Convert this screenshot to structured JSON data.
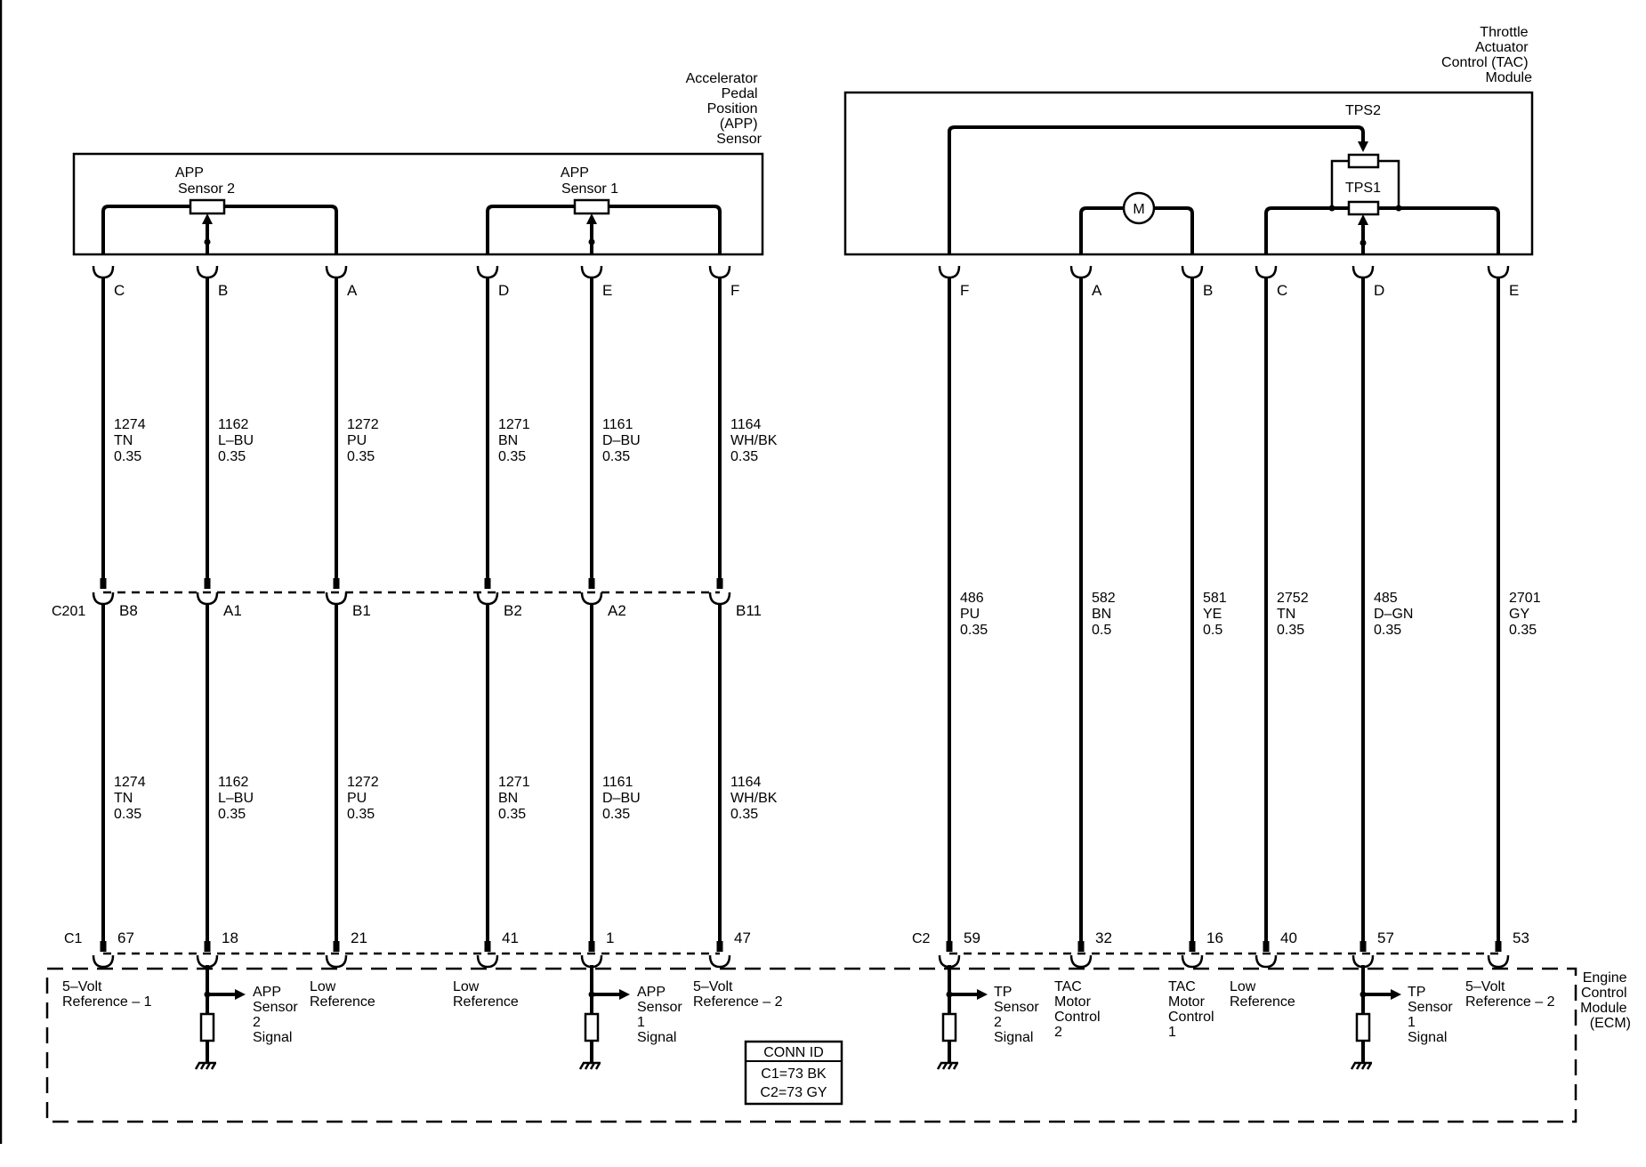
{
  "app_sensor": {
    "title_lines": [
      "Accelerator",
      "Pedal",
      "Position",
      "(APP)",
      "Sensor"
    ],
    "sensor2_lines": [
      "APP",
      "Sensor 2"
    ],
    "sensor1_lines": [
      "APP",
      "Sensor 1"
    ]
  },
  "tac_module": {
    "title_lines": [
      "Throttle",
      "Actuator",
      "Control (TAC)",
      "Module"
    ],
    "tps2": "TPS2",
    "tps1": "TPS1",
    "motor": "M"
  },
  "ecm": {
    "title_lines": [
      "Engine",
      "Control",
      "Module",
      "(ECM)"
    ],
    "conn_id": {
      "header": "CONN ID",
      "rows": [
        "C1=73 BK",
        "C2=73 GY"
      ]
    },
    "c1_label": "C1",
    "c2_label": "C2"
  },
  "c201": {
    "label": "C201"
  },
  "circuits": [
    {
      "pin": "C",
      "c201": "B8",
      "upper": [
        "1274",
        "TN",
        "0.35"
      ],
      "lower": [
        "1274",
        "TN",
        "0.35"
      ],
      "ecm_pin": "67",
      "function_lines": [
        "5–Volt",
        "Reference – 1"
      ]
    },
    {
      "pin": "B",
      "c201": "A1",
      "upper": [
        "1162",
        "L–BU",
        "0.35"
      ],
      "lower": [
        "1162",
        "L–BU",
        "0.35"
      ],
      "ecm_pin": "18",
      "function_lines": [
        "APP",
        "Sensor",
        "2",
        "Signal"
      ]
    },
    {
      "pin": "A",
      "c201": "B1",
      "upper": [
        "1272",
        "PU",
        "0.35"
      ],
      "lower": [
        "1272",
        "PU",
        "0.35"
      ],
      "ecm_pin": "21",
      "function_lines": [
        "Low",
        "Reference"
      ]
    },
    {
      "pin": "D",
      "c201": "B2",
      "upper": [
        "1271",
        "BN",
        "0.35"
      ],
      "lower": [
        "1271",
        "BN",
        "0.35"
      ],
      "ecm_pin": "41",
      "function_lines": [
        "Low",
        "Reference"
      ]
    },
    {
      "pin": "E",
      "c201": "A2",
      "upper": [
        "1161",
        "D–BU",
        "0.35"
      ],
      "lower": [
        "1161",
        "D–BU",
        "0.35"
      ],
      "ecm_pin": "1",
      "function_lines": [
        "APP",
        "Sensor",
        "1",
        "Signal"
      ]
    },
    {
      "pin": "F",
      "c201": "B11",
      "upper": [
        "1164",
        "WH/BK",
        "0.35"
      ],
      "lower": [
        "1164",
        "WH/BK",
        "0.35"
      ],
      "ecm_pin": "47",
      "function_lines": [
        "5–Volt",
        "Reference – 2"
      ]
    },
    {
      "pin": "F",
      "wire": [
        "486",
        "PU",
        "0.35"
      ],
      "ecm_pin": "59",
      "function_lines": [
        "TP",
        "Sensor",
        "2",
        "Signal"
      ]
    },
    {
      "pin": "A",
      "wire": [
        "582",
        "BN",
        "0.5"
      ],
      "ecm_pin": "32",
      "function_lines": [
        "TAC",
        "Motor",
        "Control",
        "2"
      ]
    },
    {
      "pin": "B",
      "wire": [
        "581",
        "YE",
        "0.5"
      ],
      "ecm_pin": "16",
      "function_lines": [
        "TAC",
        "Motor",
        "Control",
        "1"
      ]
    },
    {
      "pin": "C",
      "wire": [
        "2752",
        "TN",
        "0.35"
      ],
      "ecm_pin": "40",
      "function_lines": [
        "Low",
        "Reference"
      ]
    },
    {
      "pin": "D",
      "wire": [
        "485",
        "D–GN",
        "0.35"
      ],
      "ecm_pin": "57",
      "function_lines": [
        "TP",
        "Sensor",
        "1",
        "Signal"
      ]
    },
    {
      "pin": "E",
      "wire": [
        "2701",
        "GY",
        "0.35"
      ],
      "ecm_pin": "53",
      "function_lines": [
        "5–Volt",
        "Reference – 2"
      ]
    }
  ]
}
